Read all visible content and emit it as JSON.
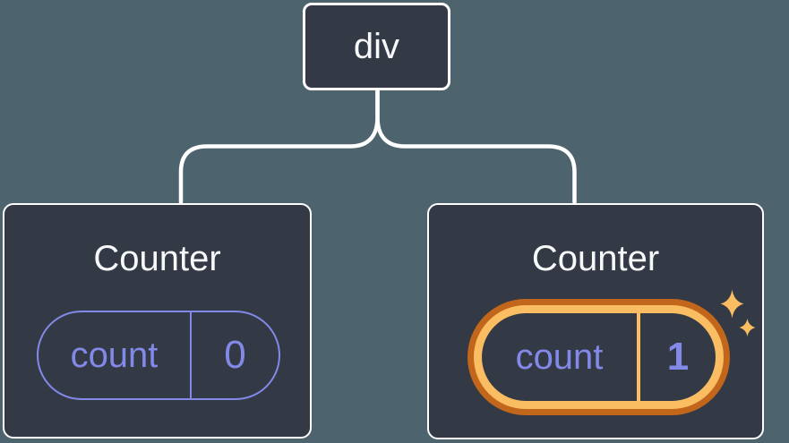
{
  "tree": {
    "root": {
      "label": "div"
    },
    "children": [
      {
        "title": "Counter",
        "state": {
          "key": "count",
          "value": "0"
        },
        "highlighted": false
      },
      {
        "title": "Counter",
        "state": {
          "key": "count",
          "value": "1"
        },
        "highlighted": true
      }
    ]
  },
  "icons": {
    "sparkles": "sparkles-icon"
  },
  "colors": {
    "background": "#4d636d",
    "node_fill": "#333a46",
    "node_border": "#ffffff",
    "accent_purple": "#8289e8",
    "highlight_dark_orange": "#c2661c",
    "highlight_light_orange": "#fabd62",
    "title_text": "#f7f8fa"
  }
}
